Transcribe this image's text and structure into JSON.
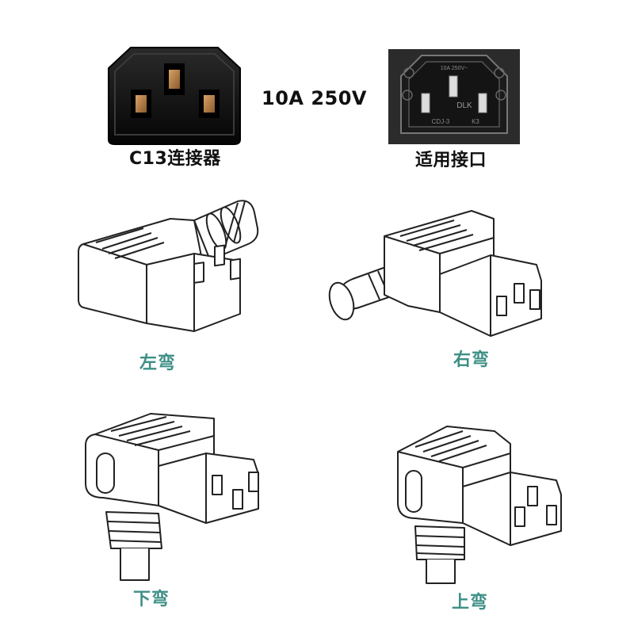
{
  "top": {
    "connector_label": "C13连接器",
    "rating": "10A 250V",
    "inlet_label": "适用接口",
    "inlet_markings": {
      "top_text": "10A 250V~",
      "brand": "DLK",
      "model": "CDJ-3",
      "code": "K3"
    }
  },
  "variants": [
    {
      "label": "左弯"
    },
    {
      "label": "右弯"
    },
    {
      "label": "下弯"
    },
    {
      "label": "上弯"
    }
  ],
  "colors": {
    "accent_teal": "#3d8f86",
    "text_dark": "#111111",
    "line_art": "#222222"
  }
}
